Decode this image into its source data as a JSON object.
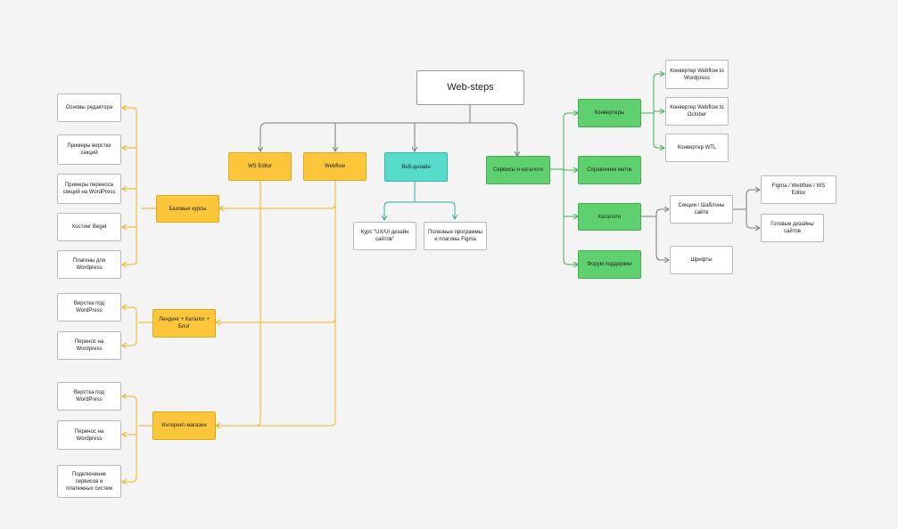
{
  "diagram": {
    "root": "Web-steps",
    "nodes": {
      "ws_editor": "WS Editor",
      "webflow": "Webflow",
      "web_design": "Веб-дизайн",
      "services": "Сервисы и каталоги",
      "base_courses": "Базовые курсы",
      "landing": "Лендинг + Каталог + Блог",
      "shop": "Интернет-магазин",
      "editor_basics": "Основы редактора",
      "layout_examples": "Примеры верстки секций",
      "transfer_examples": "Примеры переноса секций на WordPress",
      "hosting": "Хостинг Beget",
      "plugins": "Плагины для Wordpress",
      "landing_layout": "Верстка под WordPress",
      "landing_transfer": "Перенос на Wordpress",
      "shop_layout": "Верстка под WordPress",
      "shop_transfer": "Перенос на Wordpress",
      "shop_payments": "Подключение сервисов и платежных систем",
      "uxui_course": "Курс \"UX/UI дизайн сайтов\"",
      "useful_programs": "Полезные программы и плагины Figma",
      "converters": "Конвертеры",
      "tags_ref": "Справочник меток",
      "catalogs": "Каталоги",
      "forum": "Форум поддержки",
      "conv_wp": "Конвертер Webflow to Wordpress",
      "conv_october": "Конвертер Webflow to October",
      "conv_wtl": "Конвертер WTL",
      "sections_templates": "Секции / Шаблоны сайтв",
      "fonts": "Шрифты",
      "figma_webflow": "Figma / Webflow / WS Editor",
      "ready_designs": "Готовые дизайны сайтов"
    },
    "colors": {
      "gray_line": "#7d7d7d",
      "yellow_line": "#f0b31d",
      "teal_line": "#2fae9b",
      "green_line": "#3fb24f"
    }
  }
}
